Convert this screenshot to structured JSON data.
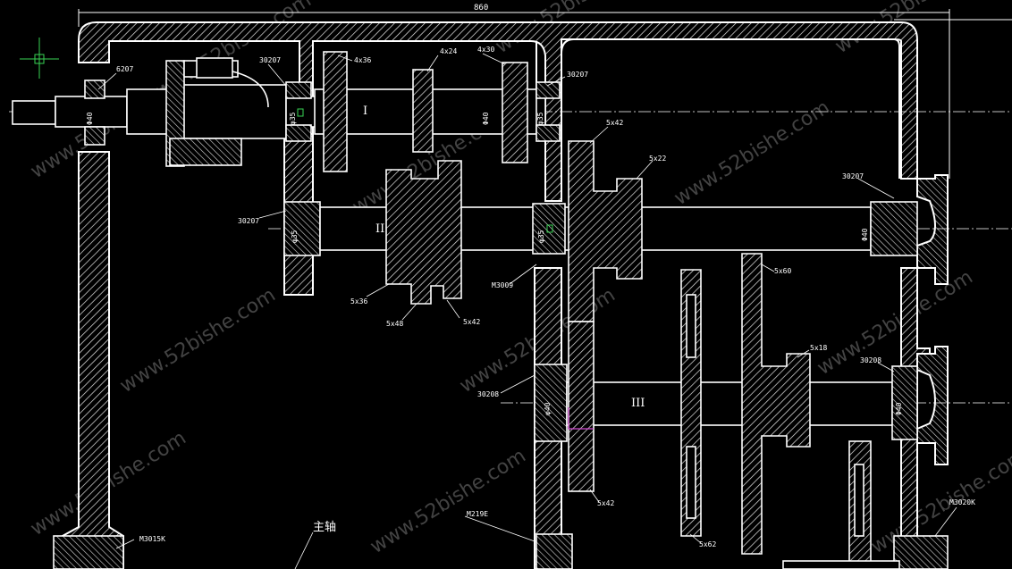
{
  "drawing": {
    "overall_dim": "860",
    "shaft_labels": {
      "one": "I",
      "two": "II",
      "three": "III"
    },
    "main_shaft_label": "主轴",
    "bearings": {
      "b6207": "6207",
      "b30207_top": "30207",
      "b30207_right_top": "30207",
      "b30207_left": "30207",
      "b30207_right_mid": "30207",
      "b30208_left": "30208",
      "b30208_right": "30208"
    },
    "gears": {
      "g4x36": "4x36",
      "g4x24": "4x24",
      "g4x30": "4x30",
      "g5x42_top": "5x42",
      "g5x22": "5x22",
      "g5x36": "5x36",
      "g5x48": "5x48",
      "g5x42_mid": "5x42",
      "g5x60": "5x60",
      "g5x18": "5x18",
      "g5x42_low": "5x42",
      "g5x62": "5x62"
    },
    "seals": {
      "m3009": "M3009",
      "m219e": "M219E",
      "m3015k": "M3015K",
      "m3020k": "M3020K"
    },
    "vertical_dims": {
      "phi35_a": "φ35",
      "phi35_b": "φ35",
      "phi40_a": "Φ40",
      "phi40_b": "Φ40",
      "phi35_left": "φ35",
      "phi35_mid": "φ35",
      "phi40_right": "Φ40",
      "phi40_low_left": "φ40",
      "phi40_low_right": "Φ40"
    },
    "watermark": "www.52bishe.com"
  }
}
